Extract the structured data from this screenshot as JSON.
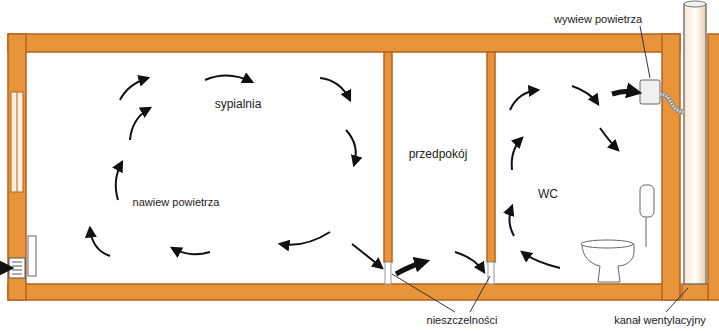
{
  "diagram": {
    "labels": [
      "wywiew powietrza",
      "sypialnia",
      "przedpokój",
      "WC",
      "nawiew powietrza",
      "nieszczelności",
      "kanał wentylacyjny"
    ]
  }
}
